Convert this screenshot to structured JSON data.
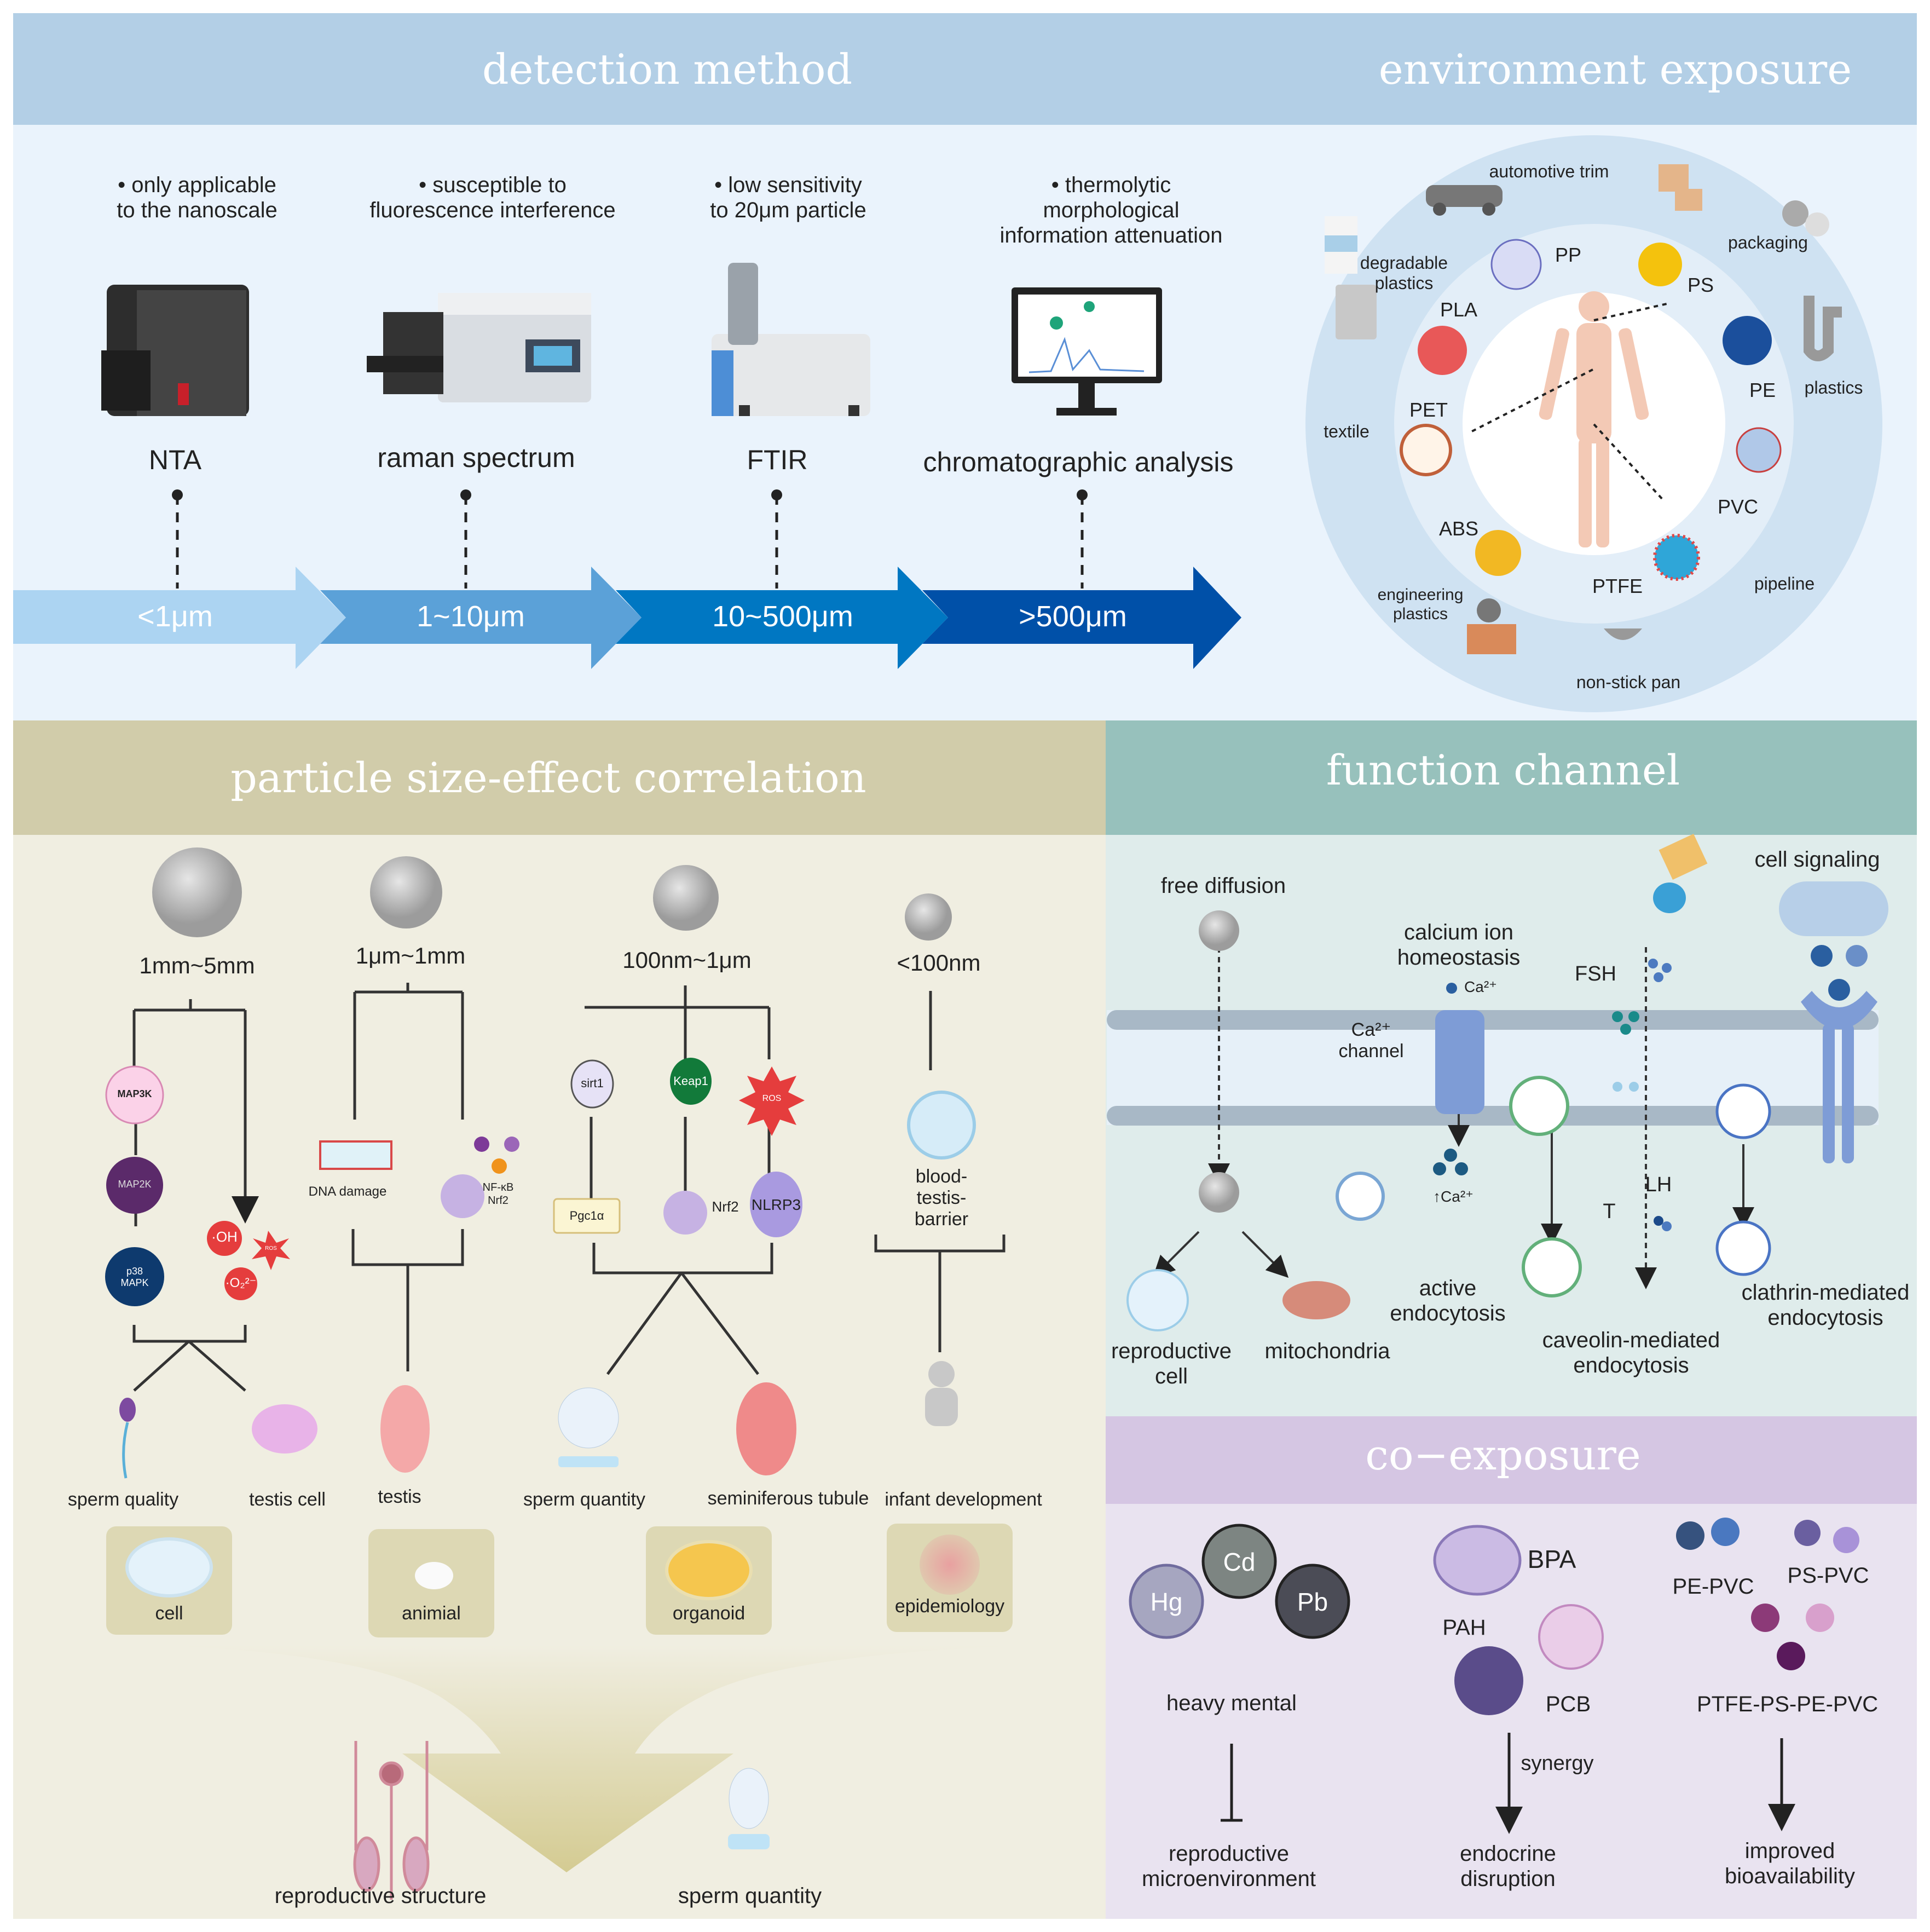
{
  "colors": {
    "detection_header": "#b3cfe6",
    "detection_bg": "#eaf3fc",
    "particle_header": "#d1ccaa",
    "particle_bg": "#f0eee1",
    "channel_header": "#97c1bc",
    "channel_bg": "#dfeceb",
    "coexposure_header": "#d5c6e3",
    "coexposure_bg": "#e9e3f0",
    "arrow_1": "#acd4f2",
    "arrow_2": "#5ba1d8",
    "arrow_3": "#0077c2",
    "arrow_4": "#0050a8"
  },
  "detection": {
    "title": "detection method",
    "methods": [
      {
        "name": "NTA",
        "note_lines": [
          "• only applicable",
          "to the nanoscale"
        ],
        "range": "<1μm",
        "icon": "nta-instrument-icon"
      },
      {
        "name": "raman spectrum",
        "note_lines": [
          "• susceptible to",
          "fluorescence interference"
        ],
        "range": "1~10μm",
        "icon": "raman-spectrometer-icon"
      },
      {
        "name": "FTIR",
        "note_lines": [
          "• low sensitivity",
          "to 20μm particle"
        ],
        "range": "10~500μm",
        "icon": "ftir-instrument-icon"
      },
      {
        "name": "chromatographic analysis",
        "note_lines": [
          "• thermolytic",
          "morphological",
          "information attenuation"
        ],
        "range": ">500μm",
        "icon": "chromatogram-monitor-icon"
      }
    ]
  },
  "environment": {
    "title": "environment exposure",
    "sources": [
      {
        "label": "automotive trim",
        "icon": "car-icon"
      },
      {
        "label": "packaging",
        "icon": "boxes-icon"
      },
      {
        "label": "plastics",
        "icon": "plastic-waste-icon"
      },
      {
        "label": "pipeline",
        "icon": "pipe-icon"
      },
      {
        "label": "non-stick pan",
        "icon": "pan-icon"
      },
      {
        "label": "engineering plastics",
        "icon": "factory-icon"
      },
      {
        "label": "textile",
        "icon": "tshirt-icon"
      },
      {
        "label": "degradable plastics",
        "icon": "milk-carton-icon"
      }
    ],
    "polymers": [
      "PP",
      "PS",
      "PE",
      "PVC",
      "PTFE",
      "ABS",
      "PET",
      "PLA"
    ]
  },
  "particle": {
    "title": "particle size-effect correlation",
    "sizes": [
      "1mm~5mm",
      "1μm~1mm",
      "100nm~1μm",
      "<100nm"
    ],
    "pathway_nodes": {
      "map3k": "MAP3K",
      "map2k": "MAP2K",
      "p38": "p38 MAPK",
      "oh": "·OH",
      "ros": "ROS",
      "o2": "·O₂²⁻",
      "dna": "DNA damage",
      "nfkb": "NF-κB",
      "nrf2_a": "Nrf2",
      "sirt1": "sirt1",
      "keap1": "Keap1",
      "pgc1a": "Pgc1α",
      "nrf2_b": "Nrf2",
      "nlrp3": "NLRP3",
      "btb_lines": [
        "blood-",
        "testis-",
        "barrier"
      ]
    },
    "outcomes": [
      "sperm quality",
      "testis cell",
      "testis",
      "sperm quantity",
      "seminiferous tubule",
      "infant development"
    ],
    "models": [
      "cell",
      "animial",
      "organoid",
      "epidemiology"
    ],
    "final": [
      "reproductive structure",
      "sperm quantity"
    ]
  },
  "channel": {
    "title": "function channel",
    "labels": {
      "free_diffusion": "free diffusion",
      "calcium_lines": [
        "calcium ion",
        "homeostasis"
      ],
      "ca_ion": "Ca²⁺",
      "ca_channel_lines": [
        "Ca²⁺",
        "channel"
      ],
      "ca_up": "↑Ca²⁺",
      "fsh": "FSH",
      "lh": "LH",
      "t": "T",
      "cell_signaling": "cell signaling",
      "reproductive_cell_lines": [
        "reproductive",
        "cell"
      ],
      "mitochondria": "mitochondria",
      "active_lines": [
        "active",
        "endocytosis"
      ],
      "caveolin_lines": [
        "caveolin-mediated",
        "endocytosis"
      ],
      "clathrin_lines": [
        "clathrin-mediated",
        "endocytosis"
      ]
    }
  },
  "coexposure": {
    "title": "co−exposure",
    "metals": [
      "Cd",
      "Hg",
      "Pb"
    ],
    "metals_label": "heavy mental",
    "organics": [
      "BPA",
      "PAH",
      "PCB"
    ],
    "synergy": "synergy",
    "mixes": [
      "PE-PVC",
      "PS-PVC",
      "PTFE-PS-PE-PVC"
    ],
    "outcomes": [
      [
        "reproductive",
        "microenvironment"
      ],
      [
        "endocrine",
        "disruption"
      ],
      [
        "improved",
        "bioavailability"
      ]
    ]
  }
}
